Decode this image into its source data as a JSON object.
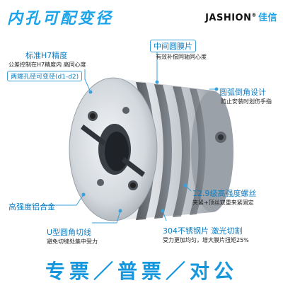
{
  "header": {
    "headline": "内孔可配变径",
    "brand": "JASHION",
    "brand_registered": "®",
    "brand_cn": "佳信"
  },
  "callouts": {
    "h7_title": "标准H7精度",
    "h7_desc": "公差控制在H7精度内 高同心度",
    "bore_variable": "两端孔径可变径(d1-d2)",
    "diaphragm_title": "中间圆膜片",
    "diaphragm_desc": "有效补偿同轴同心度",
    "chamfer_title": "圆弧倒角设计",
    "chamfer_desc": "防止安装时划伤手指",
    "screw_title": "12.9级高强度螺丝",
    "screw_desc": "夹紧+顶丝双重来紧固定",
    "alloy_title": "高强度铝合金",
    "ucut_title": "U型圆角切线",
    "ucut_desc": "避免切缝处集中受力",
    "steel_title": "304不锈钢片 激光切割",
    "steel_desc": "受力更加均匀，增大膜片扭矩25%"
  },
  "footer": {
    "text": "专票／普票／对公"
  },
  "colors": {
    "accent": "#1aa3e8",
    "label_blue": "#0f7cc0",
    "metal_light": "#e9ecef",
    "metal_dark": "#8e959c"
  }
}
